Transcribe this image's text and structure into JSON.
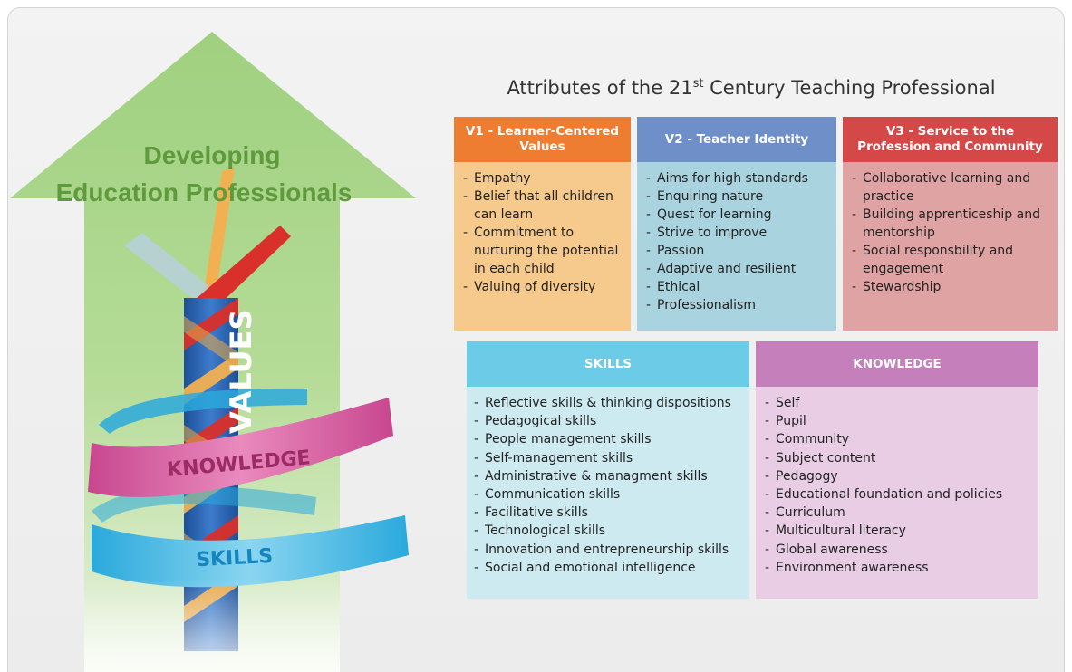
{
  "main_title": {
    "prefix": "Attributes of the 21",
    "superscript": "st",
    "suffix": " Century Teaching Professional"
  },
  "left_graphic": {
    "title_line1": "Developing",
    "title_line2": "Education Professionals",
    "label_values": "VALUES",
    "label_knowledge": "KNOWLEDGE",
    "label_skills": "SKILLS"
  },
  "boxes": {
    "v1": {
      "title": "V1 - Learner-Centered Values",
      "items": [
        "Empathy",
        "Belief that all children can learn",
        "Commitment to nurturing the potential in each child",
        "Valuing of diversity"
      ]
    },
    "v2": {
      "title": "V2 - Teacher Identity",
      "items": [
        "Aims for high standards",
        "Enquiring nature",
        "Quest for learning",
        "Strive to improve",
        "Passion",
        "Adaptive and resilient",
        "Ethical",
        "Professionalism"
      ]
    },
    "v3": {
      "title": "V3 - Service to the Profession and Community",
      "items": [
        "Collaborative learning and practice",
        "Building apprenticeship and mentorship",
        "Social responsbility and engagement",
        "Stewardship"
      ]
    },
    "skills": {
      "title": "SKILLS",
      "items": [
        "Reflective skills & thinking dispositions",
        "Pedagogical skills",
        "People management skills",
        "Self-management skills",
        "Administrative & managment skills",
        "Communication skills",
        "Facilitative skills",
        "Technological skills",
        "Innovation and entrepreneurship skills",
        "Social and emotional intelligence"
      ]
    },
    "knowledge": {
      "title": "KNOWLEDGE",
      "items": [
        "Self",
        "Pupil",
        "Community",
        "Subject content",
        "Pedagogy",
        "Educational foundation and policies",
        "Curriculum",
        "Multicultural literacy",
        "Global awareness",
        "Environment awareness"
      ]
    }
  },
  "colors": {
    "v1_head": "#ee7d31",
    "v1_body": "#f6c98c",
    "v2_head": "#6f8fc9",
    "v2_body": "#a9d3de",
    "v3_head": "#d54848",
    "v3_body": "#e0a3a3",
    "skills_head": "#6ccbe6",
    "skills_body": "#cdeaf1",
    "knowledge_head": "#c57fbb",
    "knowledge_body": "#e8cde5",
    "arrow_green": "#8cc66a",
    "title_green": "#5f9a3d"
  }
}
